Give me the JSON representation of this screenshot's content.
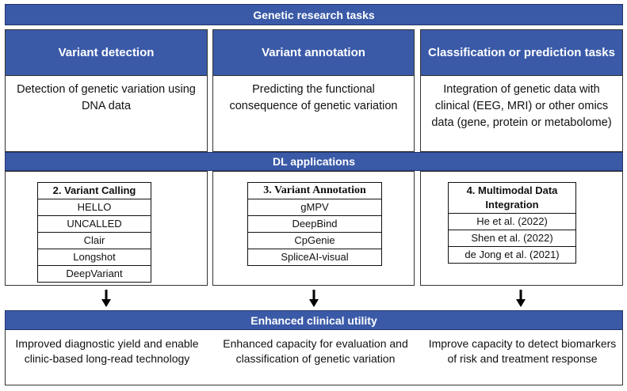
{
  "header": {
    "title": "Genetic research tasks"
  },
  "tasks": [
    {
      "title": "Variant detection",
      "description": "Detection of genetic variation using DNA data"
    },
    {
      "title": "Variant annotation",
      "description": "Predicting the functional consequence of genetic variation"
    },
    {
      "title": "Classification or prediction tasks",
      "description": "Integration of genetic data with clinical (EEG, MRI) or other omics data (gene, protein or metabolome)"
    }
  ],
  "dl_band": {
    "title": "DL applications"
  },
  "applications": [
    {
      "title": "2. Variant Calling",
      "tools": [
        "HELLO",
        "UNCALLED",
        "Clair",
        "Longshot",
        "DeepVariant"
      ]
    },
    {
      "title": "3. Variant Annotation",
      "tools": [
        "gMPV",
        "DeepBind",
        "CpGenie",
        "SpliceAI-visual"
      ]
    },
    {
      "title": "4. Multimodal Data Integration",
      "tools": [
        "He et al. (2022)",
        "Shen et al. (2022)",
        "de Jong et al. (2021)"
      ]
    }
  ],
  "clinical_band": {
    "title": "Enhanced clinical utility"
  },
  "outcomes": [
    "Improved diagnostic yield and enable clinic-based long-read technology",
    "Enhanced capacity for evaluation and classification of genetic variation",
    "Improve capacity to detect biomarkers of risk and treatment response"
  ],
  "colors": {
    "band": "#3a5aa8",
    "border": "#22356a",
    "text_on_band": "#ffffff"
  },
  "icons": [
    "arrow-down-icon"
  ]
}
